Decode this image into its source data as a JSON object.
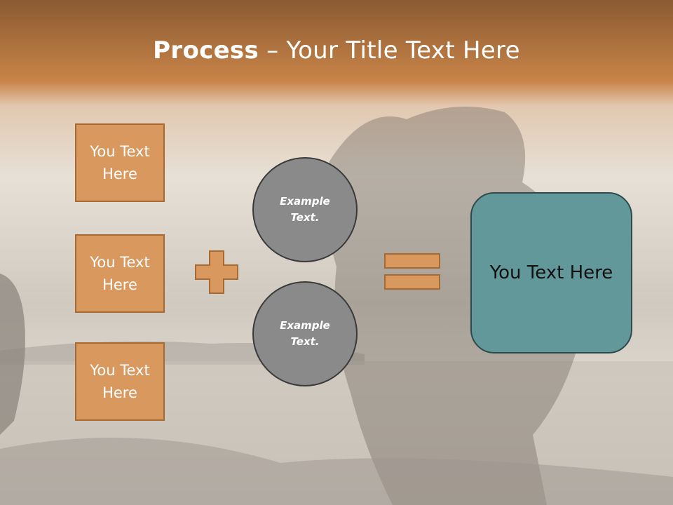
{
  "slide": {
    "title_bold": "Process",
    "title_rest": " – Your Title Text Here"
  },
  "boxes": [
    {
      "label": "You Text Here"
    },
    {
      "label": "You Text Here"
    },
    {
      "label": "You Text Here"
    }
  ],
  "circles": [
    {
      "label": "Example Text."
    },
    {
      "label": "Example Text."
    }
  ],
  "result": {
    "label": "You Text Here"
  },
  "colors": {
    "header": "#c07a3c",
    "box_fill": "#d9985e",
    "box_border": "#a86a33",
    "circle_fill": "#8a8a8a",
    "result_fill": "#62989a"
  },
  "icons": {
    "operator_1": "plus-icon",
    "operator_2": "equals-icon"
  }
}
